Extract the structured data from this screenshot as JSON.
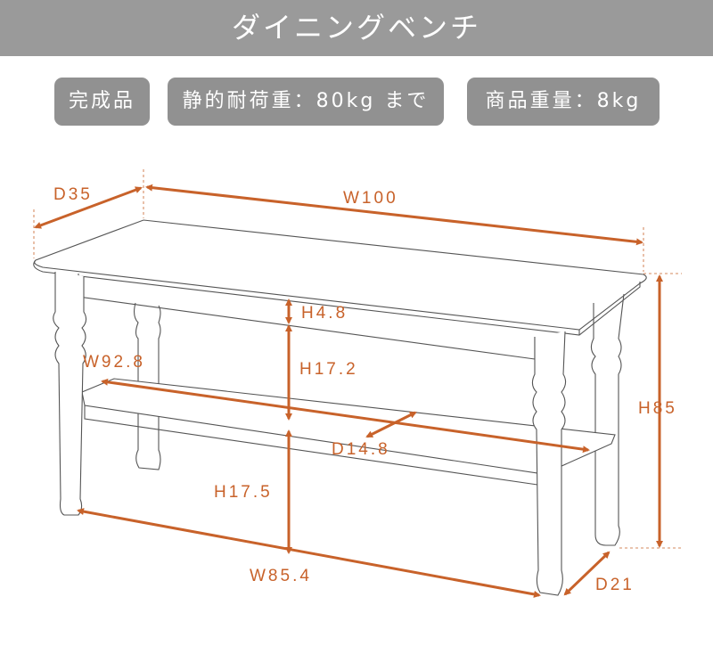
{
  "title": "ダイニングベンチ",
  "badges": [
    "完成品",
    "静的耐荷重：80kg まで",
    "商品重量：8kg"
  ],
  "dimensions": {
    "depth_top": "D35",
    "width_top": "W100",
    "apron_height": "H4.8",
    "upper_clearance": "H17.2",
    "shelf_width": "W92.8",
    "shelf_depth": "D14.8",
    "lower_clearance": "H17.5",
    "leg_span": "W85.4",
    "leg_depth": "D21",
    "total_height": "H85"
  },
  "colors": {
    "header": "#9a9a9a",
    "badge": "#919191",
    "accent": "#c8622a"
  }
}
